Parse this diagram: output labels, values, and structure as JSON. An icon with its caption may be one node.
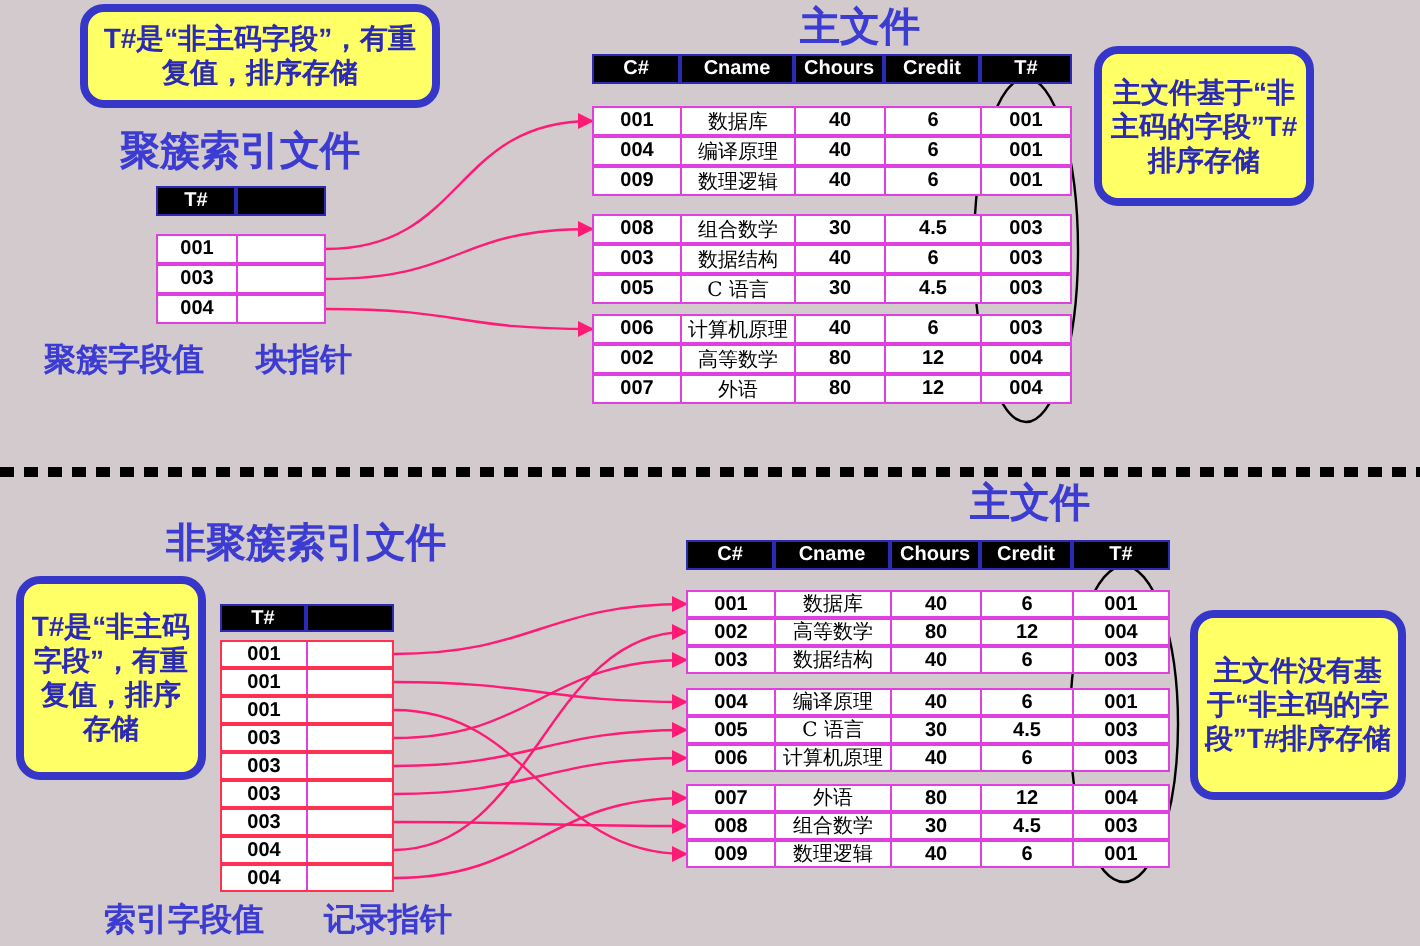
{
  "diagram": {
    "nodes": [
      {
        "text": [
          "T#是“非主码字段”，有重复值，排序存储"
        ]
      },
      {
        "text": [
          "聚簇索引文件"
        ]
      },
      {
        "text": [
          "001"
        ],
        "in": 1
      },
      {
        "text": [
          "003"
        ],
        "in": 1
      },
      {
        "text": [
          "004"
        ],
        "in": 1
      },
      {
        "text": [
          "主文件"
        ]
      },
      {
        "text": [
          "001",
          "数据库",
          "40",
          "6",
          "001"
        ],
        "in": 5
      },
      {
        "text": [
          "004",
          "编译原理",
          "40",
          "6",
          "001"
        ],
        "in": 5
      },
      {
        "text": [
          "009",
          "数理逻辑",
          "40",
          "6",
          "001"
        ],
        "in": 5
      },
      {
        "text": [
          "008",
          "组合数学",
          "30",
          "4.5",
          "003"
        ],
        "in": 5
      },
      {
        "text": [
          "003",
          "数据结构",
          "40",
          "6",
          "003"
        ],
        "in": 5
      },
      {
        "text": [
          "005",
          "C 语言",
          "30",
          "4.5",
          "003"
        ],
        "in": 5
      },
      {
        "text": [
          "006",
          "计算机原理",
          "40",
          "6",
          "003"
        ],
        "in": 5
      },
      {
        "text": [
          "002",
          "高等数学",
          "80",
          "12",
          "004"
        ],
        "in": 5
      },
      {
        "text": [
          "007",
          "外语",
          "80",
          "12",
          "004"
        ],
        "in": 5
      },
      {
        "text": [
          "主文件基于“非主码的字段”T#排序存储"
        ]
      },
      {
        "text": [
          "T#是“非主码字段”，有重复值，排序存储"
        ]
      },
      {
        "text": [
          "非聚簇索引文件"
        ]
      },
      {
        "text": [
          "001"
        ],
        "in": 17
      },
      {
        "text": [
          "001"
        ],
        "in": 17
      },
      {
        "text": [
          "001"
        ],
        "in": 17
      },
      {
        "text": [
          "003"
        ],
        "in": 17
      },
      {
        "text": [
          "003"
        ],
        "in": 17
      },
      {
        "text": [
          "003"
        ],
        "in": 17
      },
      {
        "text": [
          "003"
        ],
        "in": 17
      },
      {
        "text": [
          "004"
        ],
        "in": 17
      },
      {
        "text": [
          "004"
        ],
        "in": 17
      },
      {
        "text": [
          "主文件"
        ]
      },
      {
        "text": [
          "001",
          "数据库",
          "40",
          "6",
          "001"
        ],
        "in": 27
      },
      {
        "text": [
          "002",
          "高等数学",
          "80",
          "12",
          "004"
        ],
        "in": 27
      },
      {
        "text": [
          "003",
          "数据结构",
          "40",
          "6",
          "003"
        ],
        "in": 27
      },
      {
        "text": [
          "004",
          "编译原理",
          "40",
          "6",
          "001"
        ],
        "in": 27
      },
      {
        "text": [
          "005",
          "C 语言",
          "30",
          "4.5",
          "003"
        ],
        "in": 27
      },
      {
        "text": [
          "006",
          "计算机原理",
          "40",
          "6",
          "003"
        ],
        "in": 27
      },
      {
        "text": [
          "007",
          "外语",
          "80",
          "12",
          "004"
        ],
        "in": 27
      },
      {
        "text": [
          "008",
          "组合数学",
          "30",
          "4.5",
          "003"
        ],
        "in": 27
      },
      {
        "text": [
          "009",
          "数理逻辑",
          "40",
          "6",
          "001"
        ],
        "in": 27
      },
      {
        "text": [
          "主文件没有基于“非主码的字段”T#排序存储"
        ]
      }
    ],
    "edges": [
      {
        "from": 2,
        "to": 6,
        "arrow": "to"
      },
      {
        "from": 3,
        "to": 9,
        "arrow": "to"
      },
      {
        "from": 4,
        "to": 12,
        "arrow": "to"
      },
      {
        "from": 18,
        "to": 28,
        "arrow": "to"
      },
      {
        "from": 19,
        "to": 31,
        "arrow": "to"
      },
      {
        "from": 20,
        "to": 36,
        "arrow": "to"
      },
      {
        "from": 21,
        "to": 30,
        "arrow": "to"
      },
      {
        "from": 22,
        "to": 32,
        "arrow": "to"
      },
      {
        "from": 23,
        "to": 33,
        "arrow": "to"
      },
      {
        "from": 24,
        "to": 35,
        "arrow": "to"
      },
      {
        "from": 25,
        "to": 29,
        "arrow": "to"
      },
      {
        "from": 26,
        "to": 34,
        "arrow": "to"
      }
    ],
    "labels": [
      "T#",
      "C#",
      "Cname",
      "Chours",
      "Credit",
      "T#",
      "聚簇字段值",
      "块指针",
      "C#",
      "Cname",
      "Chours",
      "Credit",
      "T#",
      "T#",
      "索引字段值",
      "记录指针"
    ]
  }
}
